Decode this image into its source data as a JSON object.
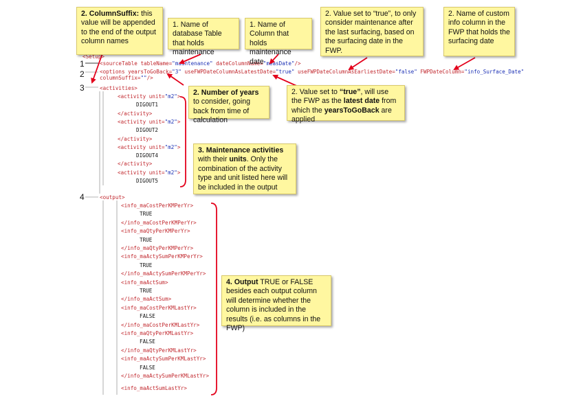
{
  "notes": {
    "column_suffix": {
      "title": "2. ColumnSuffix:",
      "body": " this value will be appended to the end of the output column names"
    },
    "table_name": "1. Name of database Table that holds maintenance",
    "date_column": "1. Name of Column that holds maintenance date",
    "after_surfacing": "2. Value set to “true”, to only consider maintenance after the last surfacing, based on the surfacing date in the FWP.",
    "custom_info": "2. Name of custom info column in the FWP that holds the surfacing date",
    "years": {
      "title": "2. Number of years",
      "body": " to consider, going back from time of calculation"
    },
    "latest_date": {
      "p1": "2. Value set to ",
      "b1": "“true”",
      "p2": ", will use the FWP as the ",
      "b2": "latest date",
      "p3": " from which the ",
      "b3": "yearsToGoBack",
      "p4": " are applied"
    },
    "activities": {
      "b1": "3. Maintenance activities",
      "p1": " with their ",
      "b2": "units",
      "p2": ". Only the combination of the activity type and unit listed here will be included in the output"
    },
    "output": {
      "b1": "4. Output",
      "p1": " TRUE or FALSE besides each output column will determine whether the column is included in the results (i.e. as columns in the FWP)"
    }
  },
  "sections": [
    "1",
    "2",
    "3",
    "4"
  ],
  "code": {
    "setup": "<Setup>",
    "source_open": "<sourceTable",
    "source_attr1": " tableName=",
    "source_val1": "\"maintenance\"",
    "source_attr2": " dateColumnName=",
    "source_val2": "\"measDate\"",
    "source_close": "/>",
    "options_open": "<options",
    "opt_a1": " yearsToGoBack=",
    "opt_v1": "\"3\"",
    "opt_a2": " useFWPDateColumnAsLatestDate=",
    "opt_v2": "\"true\"",
    "opt_a3": " useFWPDateColumnAsEarliestDate=",
    "opt_v3": "\"false\"",
    "opt_a4": " FWPDateColumn=",
    "opt_v4": "\"info_Surface_Date\"",
    "opt_a5": "columnSuffix=",
    "opt_v5": "\"\"",
    "opt_close": "/>",
    "activities_open": "<activities>",
    "activity_open": "<activity",
    "activity_attr": " unit=",
    "activity_val": "\"m2\"",
    "activity_end": ">",
    "activity_close": "</activity>",
    "activity_values": [
      "DIGOUT1",
      "DIGOUT2",
      "DIGOUT4",
      "DIGOUT5"
    ],
    "activities_close": "</activities>",
    "output_open": "<output>",
    "outputs": [
      {
        "open": "<info_maCostPerKMPerYr>",
        "value": "TRUE",
        "close": "</info_maCostPerKMPerYr>"
      },
      {
        "open": "<info_maQtyPerKMPerYr>",
        "value": "TRUE",
        "close": "</info_maQtyPerKMPerYr>"
      },
      {
        "open": "<info_maActySumPerKMPerYr>",
        "value": "TRUE",
        "close": "</info_maActySumPerKMPerYr>"
      },
      {
        "open": "<info_maActSum>",
        "value": "TRUE",
        "close": "</info_maActSum>"
      },
      {
        "open": "<info_maCostPerKMLastYr>",
        "value": "FALSE",
        "close": "</info_maCostPerKMLastYr>"
      },
      {
        "open": "<info_maQtyPerKMLastYr>",
        "value": "FALSE",
        "close": "</info_maQtyPerKMLastYr>"
      },
      {
        "open": "<info_maActySumPerKMLastYr>",
        "value": "FALSE",
        "close": "</info_maActySumPerKMLastYr>"
      }
    ],
    "last_open": "<info_maActSumLastYr>"
  },
  "colors": {
    "tag": "#c1272d",
    "value": "#1a2fb4",
    "note_bg": "#fff7a0",
    "arrow": "#e3001b"
  }
}
